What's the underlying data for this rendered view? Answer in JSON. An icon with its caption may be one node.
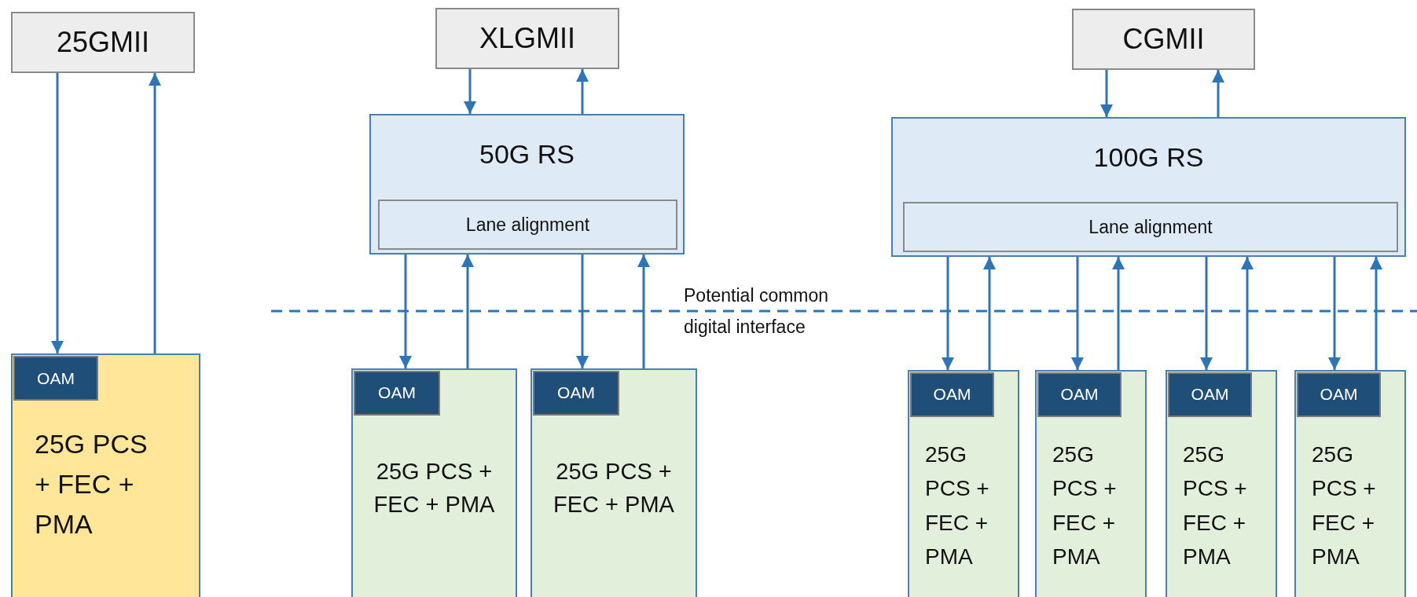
{
  "diagram": {
    "nodes": [
      {
        "text": [
          "25GMII"
        ]
      },
      {
        "text": [
          "XLGMII"
        ]
      },
      {
        "text": [
          "CGMII"
        ]
      },
      {
        "text": [
          "50G RS"
        ]
      },
      {
        "text": [
          "Lane alignment"
        ],
        "in": 3
      },
      {
        "text": [
          "100G RS"
        ]
      },
      {
        "text": [
          "Lane alignment"
        ],
        "in": 5
      },
      {
        "text": [
          "25G PCS + FEC + PMA"
        ]
      },
      {
        "text": [
          "OAM"
        ],
        "in": 7
      },
      {
        "text": [
          "25G PCS + FEC + PMA"
        ]
      },
      {
        "text": [
          "OAM"
        ],
        "in": 9
      },
      {
        "text": [
          "25G PCS + FEC + PMA"
        ]
      },
      {
        "text": [
          "OAM"
        ],
        "in": 11
      },
      {
        "text": [
          "25G PCS + FEC + PMA"
        ]
      },
      {
        "text": [
          "OAM"
        ],
        "in": 13
      },
      {
        "text": [
          "25G PCS + FEC + PMA"
        ]
      },
      {
        "text": [
          "OAM"
        ],
        "in": 15
      },
      {
        "text": [
          "25G PCS + FEC + PMA"
        ]
      },
      {
        "text": [
          "OAM"
        ],
        "in": 17
      },
      {
        "text": [
          "25G PCS + FEC + PMA"
        ]
      },
      {
        "text": [
          "OAM"
        ],
        "in": 19
      }
    ],
    "edges": [
      {
        "from": 0,
        "to": 7,
        "arrow": "to"
      },
      {
        "from": 7,
        "to": 0,
        "arrow": "to"
      },
      {
        "from": 1,
        "to": 3,
        "arrow": "to"
      },
      {
        "from": 3,
        "to": 1,
        "arrow": "to"
      },
      {
        "from": 3,
        "to": 9,
        "arrow": "to"
      },
      {
        "from": 9,
        "to": 3,
        "arrow": "to"
      },
      {
        "from": 3,
        "to": 11,
        "arrow": "to"
      },
      {
        "from": 11,
        "to": 3,
        "arrow": "to"
      },
      {
        "from": 2,
        "to": 5,
        "arrow": "to"
      },
      {
        "from": 5,
        "to": 2,
        "arrow": "to"
      },
      {
        "from": 5,
        "to": 13,
        "arrow": "to"
      },
      {
        "from": 13,
        "to": 5,
        "arrow": "to"
      },
      {
        "from": 5,
        "to": 15,
        "arrow": "to"
      },
      {
        "from": 15,
        "to": 5,
        "arrow": "to"
      },
      {
        "from": 5,
        "to": 17,
        "arrow": "to"
      },
      {
        "from": 17,
        "to": 5,
        "arrow": "to"
      },
      {
        "from": 5,
        "to": 19,
        "arrow": "to"
      },
      {
        "from": 19,
        "to": 5,
        "arrow": "to"
      }
    ],
    "labels": [
      "Potential common digital interface"
    ]
  }
}
